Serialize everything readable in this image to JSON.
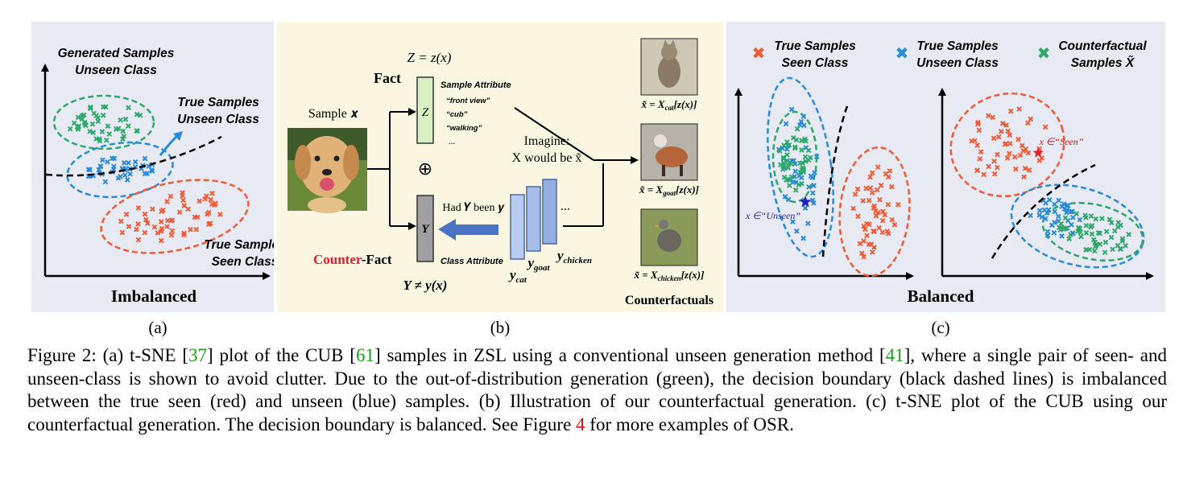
{
  "panel_a": {
    "generated_label": [
      "Generated Samples",
      "Unseen Class"
    ],
    "true_unseen_label": [
      "True Samples",
      "Unseen Class"
    ],
    "true_seen_label": [
      "True Samples",
      "Seen Class"
    ],
    "title": "Imbalanced",
    "sublabel": "(a)"
  },
  "panel_b": {
    "z_eq": "Z = z(x)",
    "fact": "Fact",
    "sample": "Sample 𝒙",
    "z": "Z",
    "y": "Y",
    "sample_attr_title": "Sample Attribute",
    "sample_attrs": [
      "“front view”",
      "“cub”",
      "“walking”",
      "..."
    ],
    "oplus": "⊕",
    "had_y": "Had 𝒀 been 𝒚",
    "counter": "Counter",
    "counter_fact": "-Fact",
    "class_attr": "Class Attribute",
    "y_neq": "Y ≠ y(x)",
    "imagine": [
      "Imagine:",
      "X would be x̃"
    ],
    "dots": "...",
    "y_cat": "y",
    "y_cat_sub": "cat",
    "y_goat": "y",
    "y_goat_sub": "goat",
    "y_chicken": "y",
    "y_chicken_sub": "chicken",
    "eq_cat": "x̃ = X",
    "eq_cat_sub": "cat",
    "eq_cat_tail": "[z(x)]",
    "eq_goat": "x̃ = X",
    "eq_goat_sub": "goat",
    "eq_goat_tail": "[z(x)]",
    "eq_chicken": "x̃ = X",
    "eq_chicken_sub": "chicken",
    "eq_chicken_tail": "[z(x)]",
    "counterfactuals": "Counterfactuals",
    "sublabel": "(b)"
  },
  "panel_c": {
    "legend": [
      {
        "lines": [
          "True Samples",
          "Seen Class"
        ],
        "color": "#f05a35"
      },
      {
        "lines": [
          "True Samples",
          "Unseen Class"
        ],
        "color": "#2a8ad8"
      },
      {
        "lines": [
          "Counterfactual",
          "Samples X̃"
        ],
        "color": "#2ea86a"
      }
    ],
    "unseen_marker": "x ∈“Unseen”",
    "seen_marker": "x ∈“Seen”",
    "title": "Balanced",
    "sublabel": "(c)"
  },
  "colors": {
    "red": "#f05a35",
    "blue": "#2a8ad8",
    "green": "#2ea86a",
    "panel_bg": "#e7e9f3",
    "panel_b_bg": "#fbf6e2",
    "counter_red": "#e0202a",
    "arrow_blue": "#4a74c4"
  },
  "caption": {
    "p1": "Figure 2: (a) t-SNE [",
    "r1": "37",
    "p2": "] plot of the CUB [",
    "r2": "61",
    "p3": "] samples in ZSL using a conventional unseen generation method [",
    "r3": "41",
    "p4": "], where a single pair of seen- and unseen-class is shown to avoid clutter. Due to the out-of-distribution generation (green), the decision boundary (black dashed lines) is imbalanced between the true seen (red) and unseen (blue) samples. (b) Illustration of our counterfactual generation. (c) t-SNE plot of the CUB using our counterfactual generation. The decision boundary is balanced. See Figure ",
    "r4": "4",
    "p5": " for more examples of OSR."
  }
}
